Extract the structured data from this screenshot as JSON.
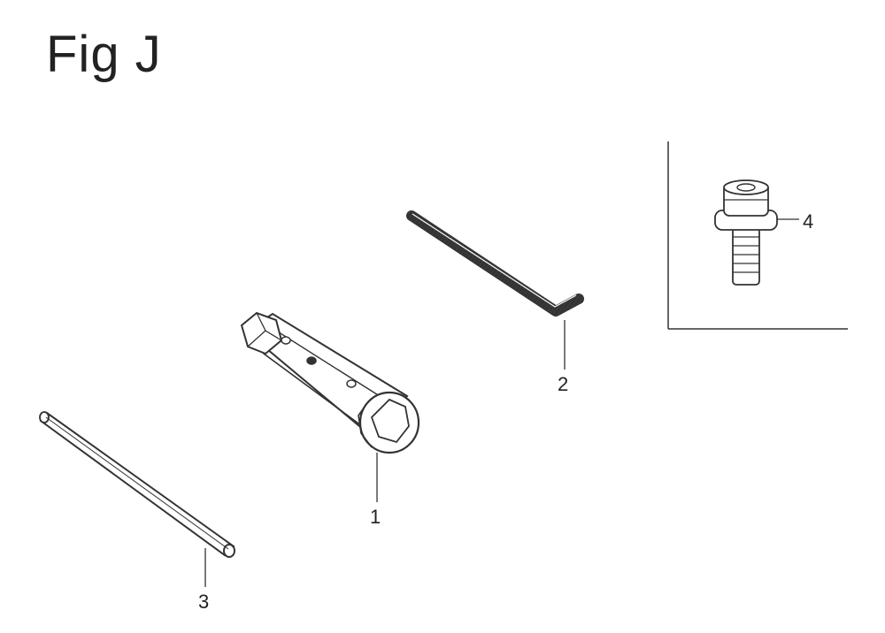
{
  "figure": {
    "title": "Fig J"
  },
  "callouts": {
    "part1": "1",
    "part2": "2",
    "part3": "3",
    "part4": "4"
  },
  "parts": [
    {
      "ref": "1",
      "icon": "box-wrench-icon"
    },
    {
      "ref": "2",
      "icon": "hex-key-icon"
    },
    {
      "ref": "3",
      "icon": "tommy-bar-icon"
    },
    {
      "ref": "4",
      "icon": "cap-screw-icon"
    }
  ]
}
